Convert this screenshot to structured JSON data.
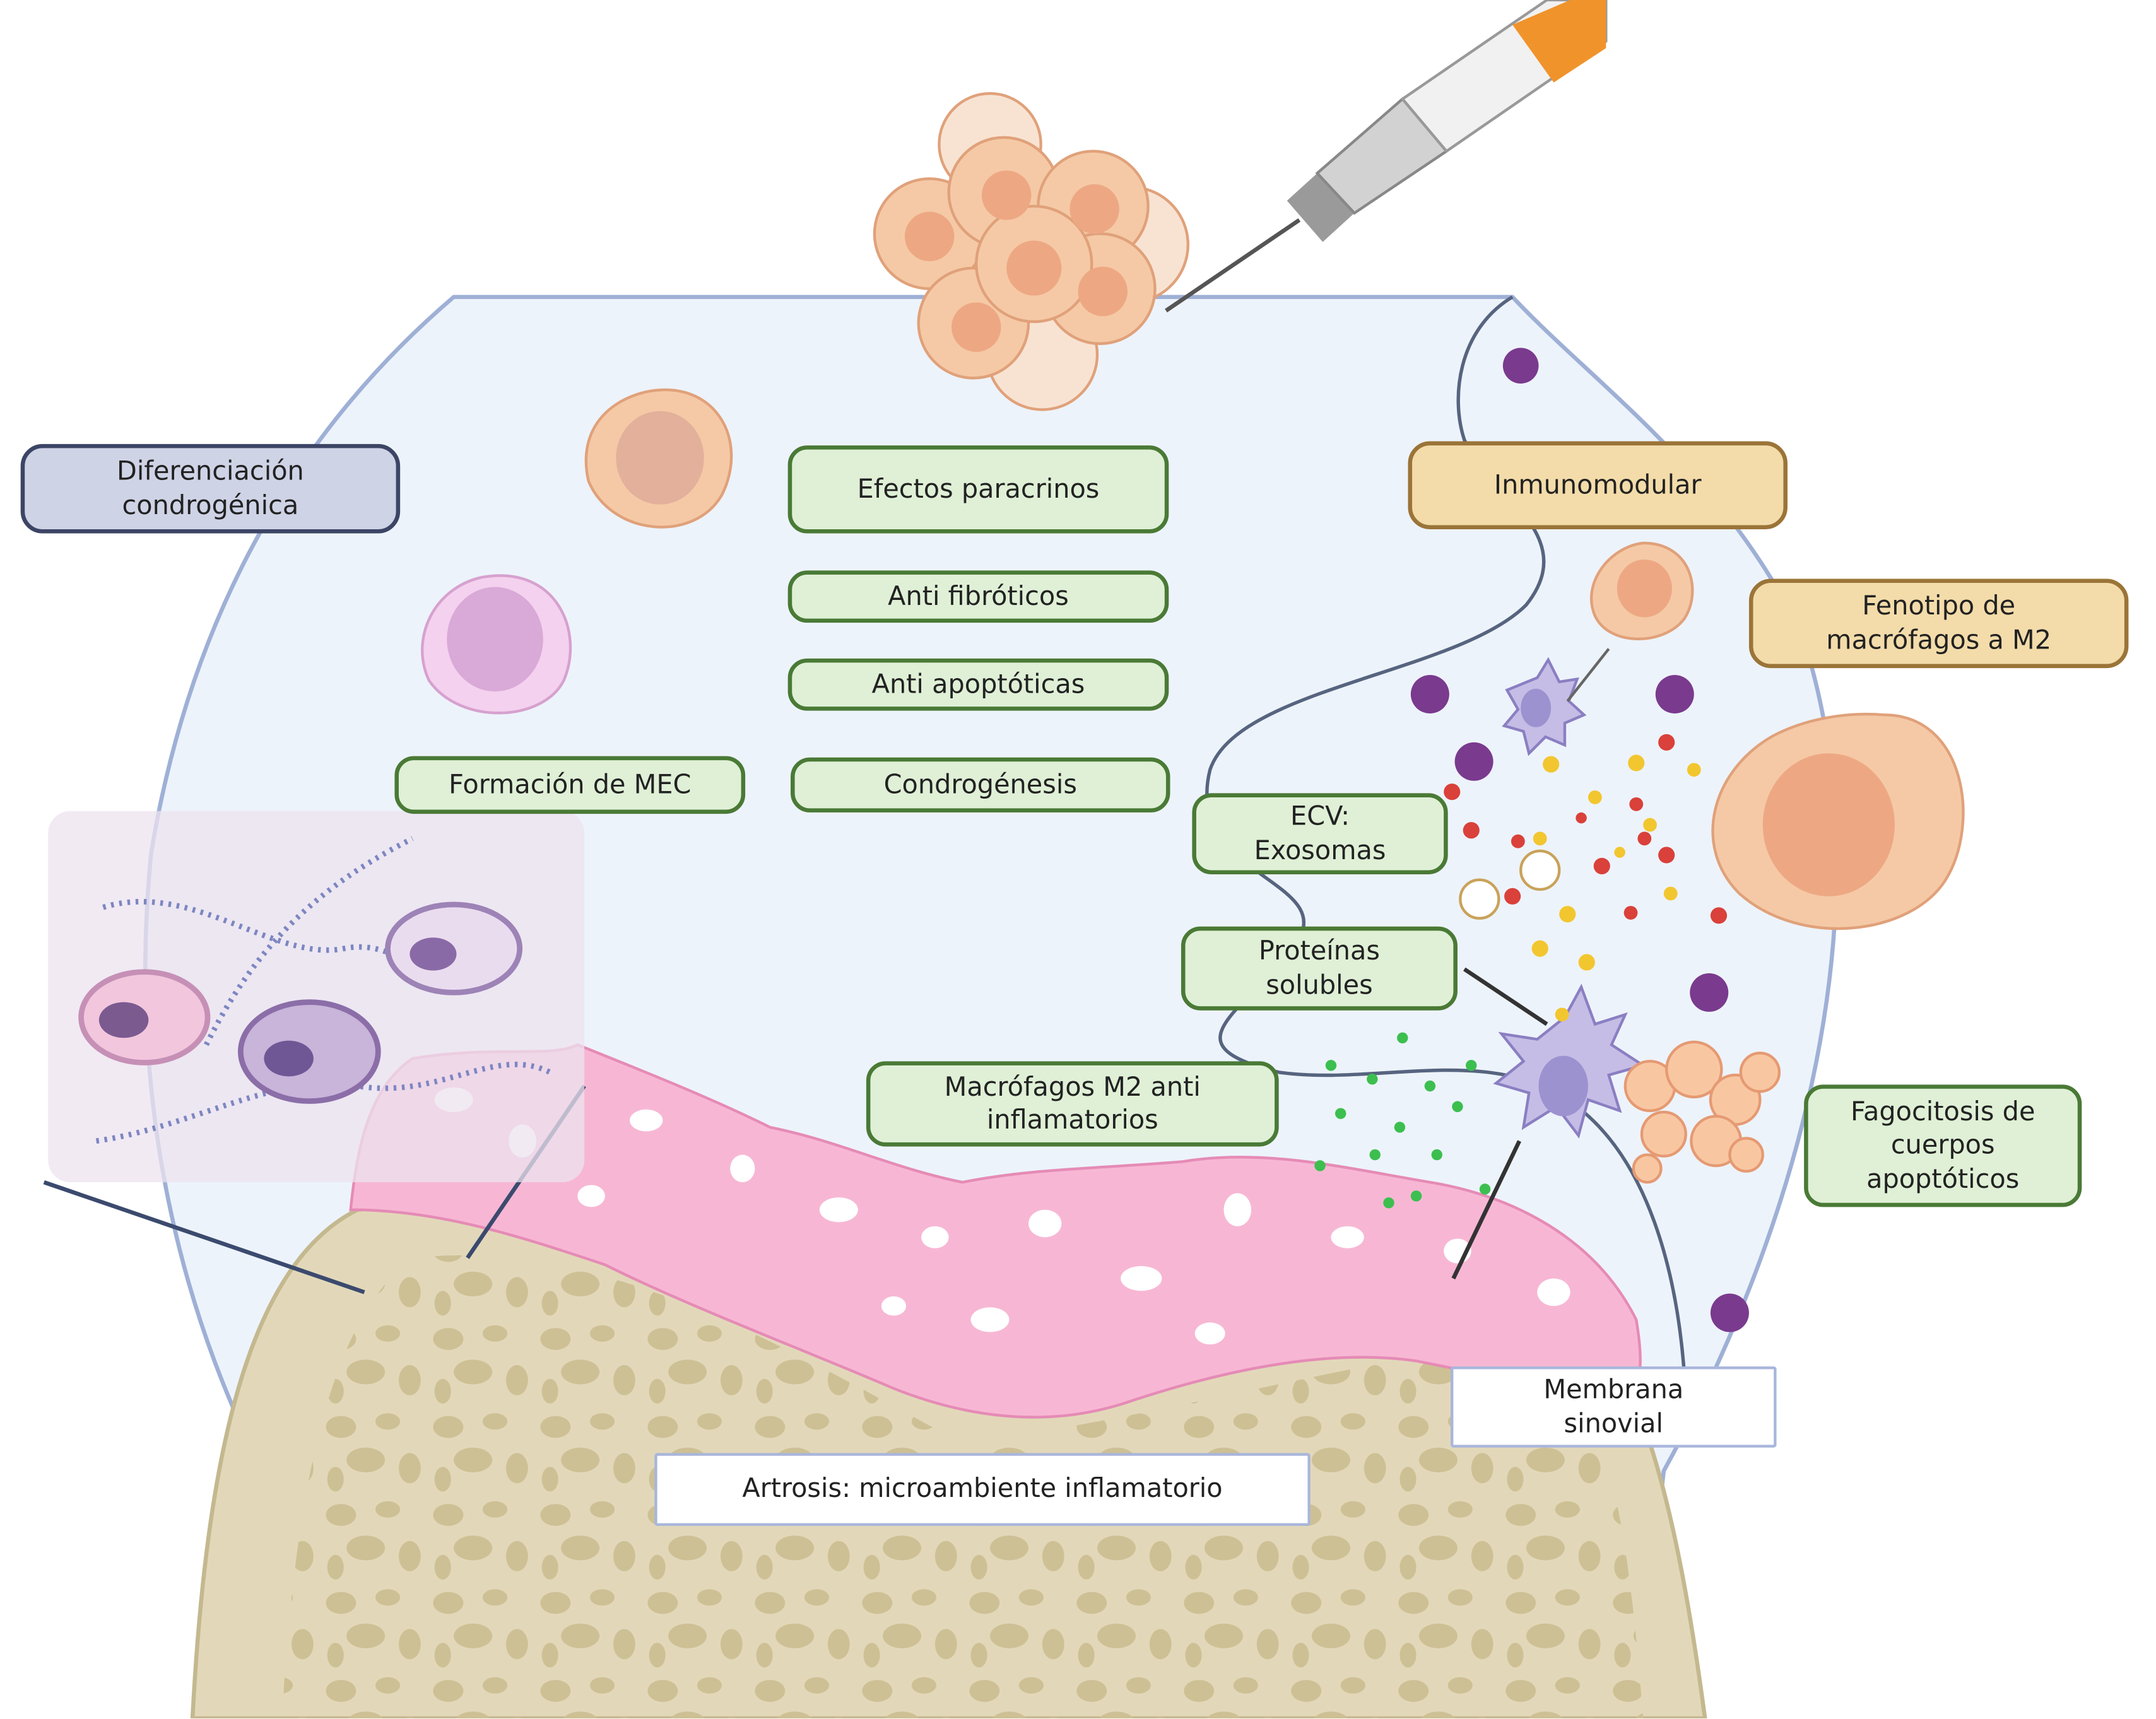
{
  "labels": {
    "differentiation": "Diferenciación\ncondrogénica",
    "paracrine": "Efectos paracrinos",
    "antifibrotic": "Anti fibróticos",
    "antiapoptotic": "Anti apoptóticas",
    "chondrogenesis": "Condrogénesis",
    "ecm_formation": "Formación de MEC",
    "immunomodulate": "Inmunomodular",
    "m2_phenotype": "Fenotipo de\nmacrófagos a M2",
    "evs": "ECV:\nExosomas",
    "soluble_proteins": "Proteínas\nsolubles",
    "m2_macrophages": "Macrófagos M2 anti\ninflamatorios",
    "phagocytosis": "Fagocitosis de\ncuerpos\napoptóticos",
    "synovial_membrane": "Membrana\nsinovial",
    "osteoarthritis": "Artrosis: microambiente inflamatorio"
  },
  "colors": {
    "joint_fluid": "#edf3fb",
    "capsule_outline": "#9fb0d6",
    "cartilage": "#f7b7d4",
    "bone": "#e2d8b9",
    "bone_pores": "#cdbf93",
    "msc_cell": "#f5c9a6",
    "vesicle_purple": "#7a3a8e",
    "green_box": "#dff0d6",
    "tan_box": "#f3dcaa",
    "blue_box": "#cfd3e6"
  }
}
